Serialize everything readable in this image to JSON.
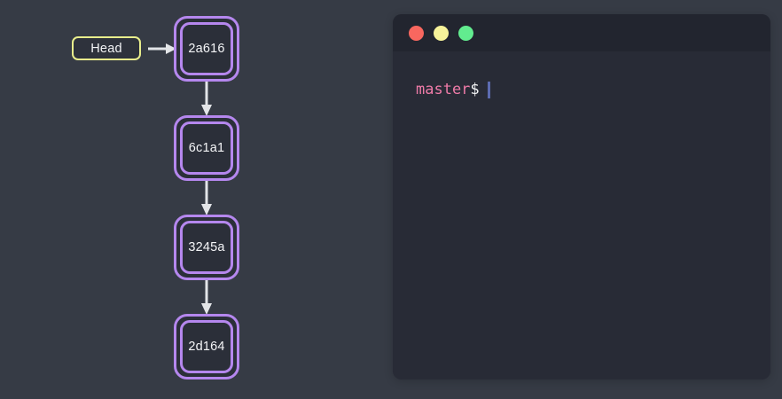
{
  "theme": {
    "page_background": "#363b45",
    "node_border": "#b587ee",
    "node_fill": "#2b2f39",
    "head_border": "#e9ee8c",
    "arrow": "#e3e5e8",
    "terminal_titlebar": "#22252f",
    "terminal_body": "#282b36",
    "dot_close": "#f9675f",
    "dot_min": "#f7f39a",
    "dot_max": "#62ec8f",
    "branch_text": "#ef7ba8",
    "cursor": "#5c6bb0"
  },
  "graph": {
    "head": {
      "label": "Head"
    },
    "commits": [
      {
        "hash": "2a616"
      },
      {
        "hash": "6c1a1"
      },
      {
        "hash": "3245a"
      },
      {
        "hash": "2d164"
      }
    ],
    "icons": {
      "head_arrow": "arrow-right-icon",
      "commit_arrow": "arrow-down-icon"
    }
  },
  "terminal": {
    "buttons": {
      "close": "close-traffic-light",
      "minimize": "minimize-traffic-light",
      "maximize": "maximize-traffic-light"
    },
    "prompt": {
      "branch": "master",
      "sigil": "$",
      "input_value": ""
    }
  }
}
